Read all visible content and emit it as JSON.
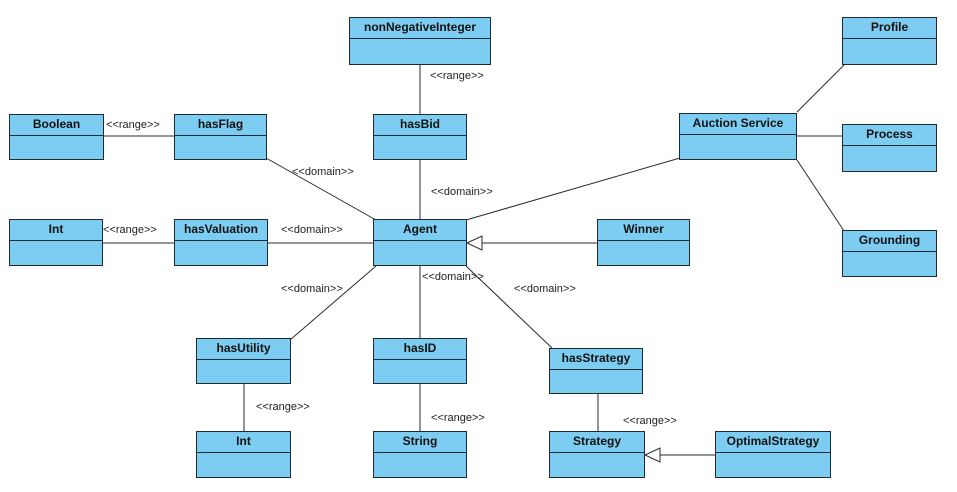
{
  "diagram": {
    "classes": {
      "nonNegativeInteger": "nonNegativeInteger",
      "profile": "Profile",
      "boolean": "Boolean",
      "hasFlag": "hasFlag",
      "hasBid": "hasBid",
      "auctionService": "Auction Service",
      "process": "Process",
      "int1": "Int",
      "hasValuation": "hasValuation",
      "agent": "Agent",
      "winner": "Winner",
      "grounding": "Grounding",
      "hasUtility": "hasUtility",
      "hasID": "hasID",
      "hasStrategy": "hasStrategy",
      "int2": "Int",
      "string": "String",
      "strategy": "Strategy",
      "optimalStrategy": "OptimalStrategy"
    },
    "labels": {
      "range_bid": "<<range>>",
      "range_flag": "<<range>>",
      "domain_flag": "<<domain>>",
      "domain_bid": "<<domain>>",
      "range_valuation": "<<range>>",
      "domain_valuation": "<<domain>>",
      "domain_utility": "<<domain>>",
      "domain_id": "<<domain>>",
      "domain_strategy": "<<domain>>",
      "range_utility": "<<range>>",
      "range_id": "<<range>>",
      "range_strategy": "<<range>>"
    }
  }
}
